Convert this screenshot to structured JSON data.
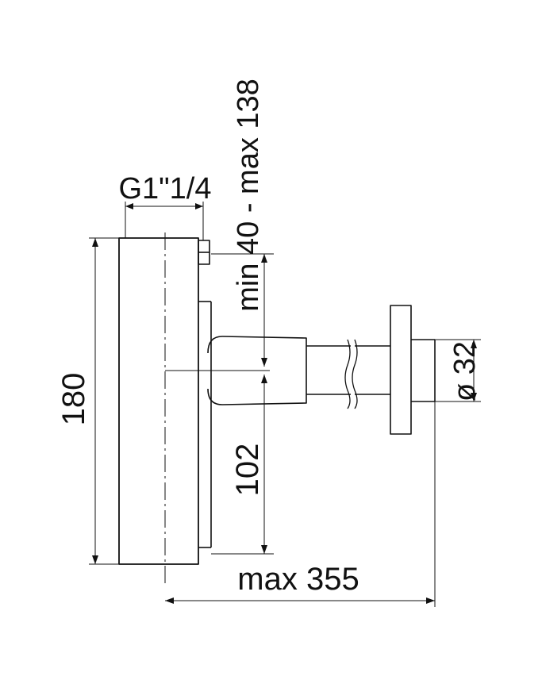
{
  "diagram": {
    "type": "technical-drawing",
    "subject": "bottle siphon trap, side view with dimensions",
    "line_color": "#111111",
    "background": "#ffffff"
  },
  "labels": {
    "thread": "G1\"1/4",
    "adjust_range": "min 40 - max 138",
    "height": "180",
    "outlet_height": "102",
    "outlet_diameter": "ø 32",
    "projection": "max 355"
  }
}
